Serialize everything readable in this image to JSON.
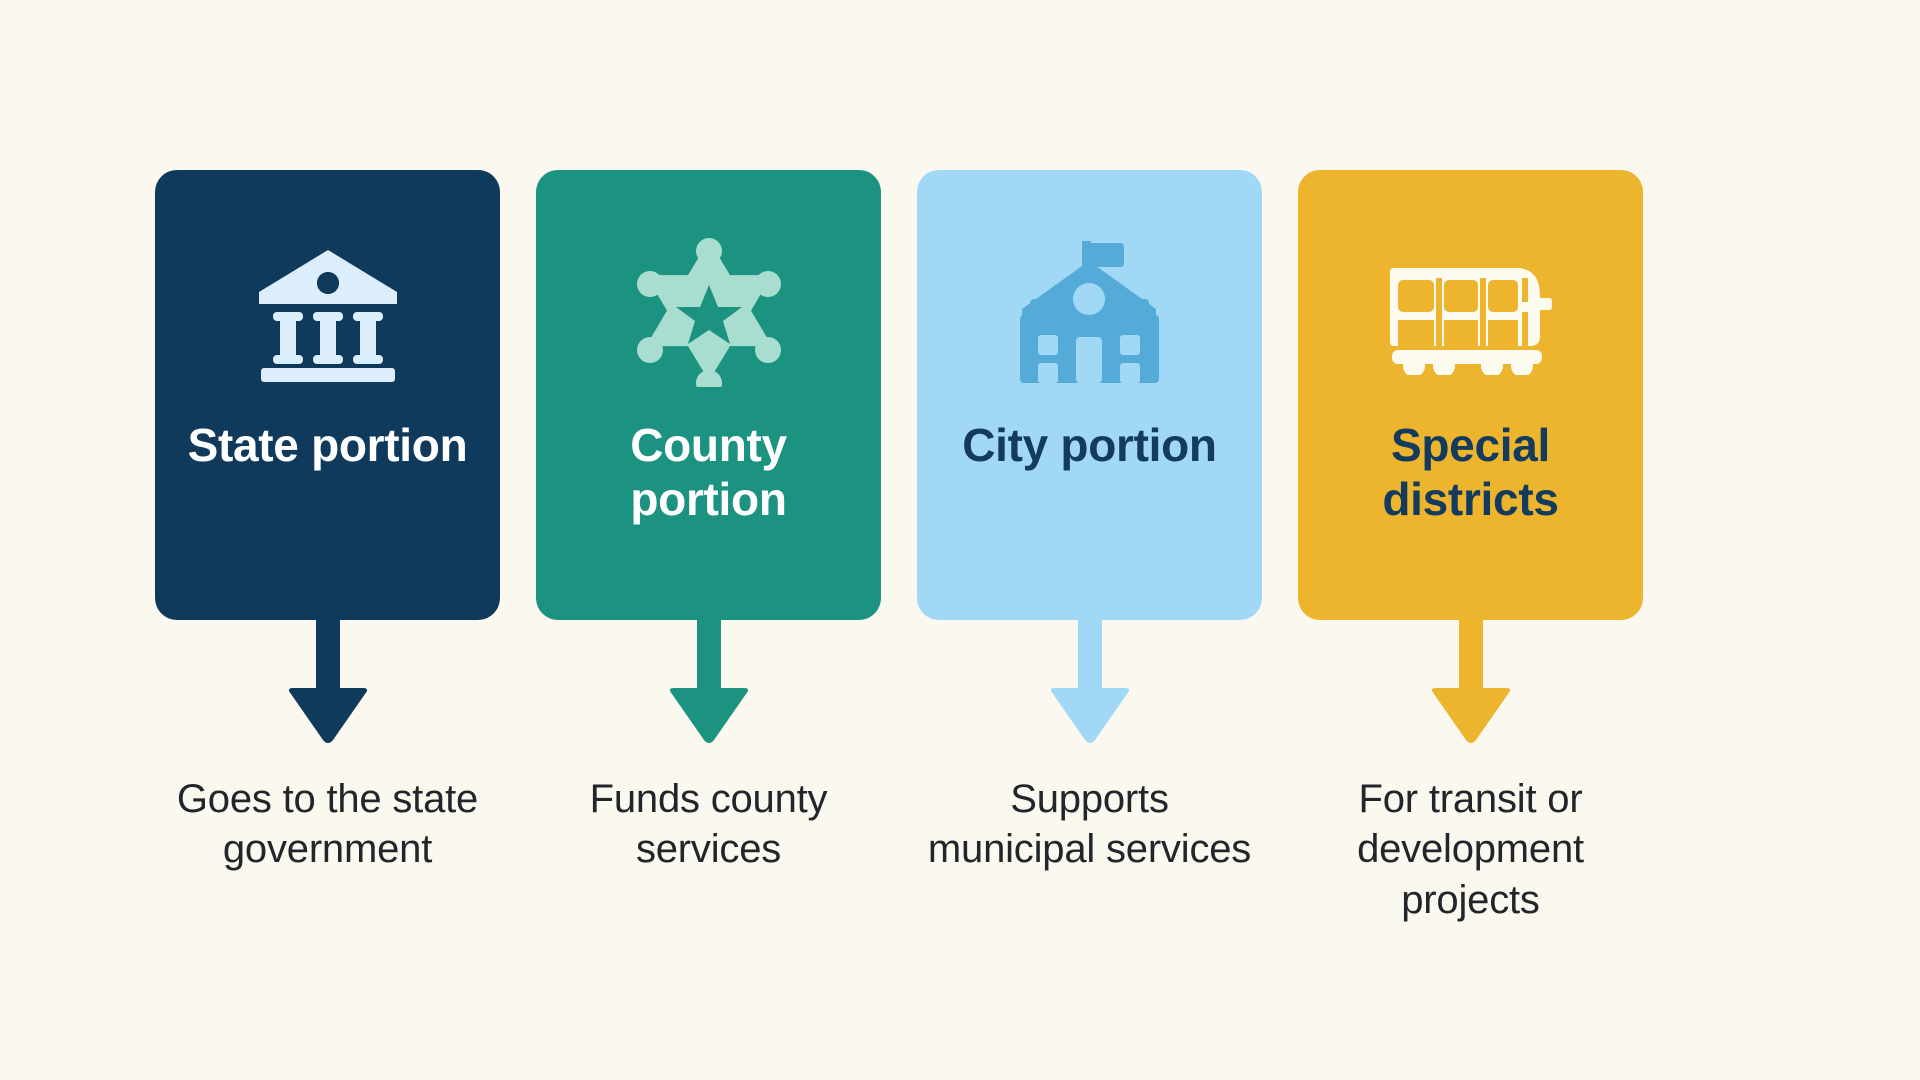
{
  "background_color": "#FBF8F0",
  "caption_text_color": "#22262B",
  "columns": [
    {
      "id": "state",
      "card_color": "#103A5C",
      "icon_color": "#DCEEFB",
      "title_color": "#FFFFFF",
      "arrow_color": "#103A5C",
      "icon_name": "bank-building-icon",
      "title": "State portion",
      "caption": "Goes to the state government"
    },
    {
      "id": "county",
      "card_color": "#1B9380",
      "icon_color": "#A8DDD0",
      "title_color": "#FFFFFF",
      "arrow_color": "#1B9380",
      "icon_name": "sheriff-star-badge-icon",
      "title": "County portion",
      "caption": "Funds county services"
    },
    {
      "id": "city",
      "card_color": "#A0D8F5",
      "icon_color": "#55ABD8",
      "title_color": "#123B5E",
      "arrow_color": "#A0D8F5",
      "icon_name": "schoolhouse-icon",
      "title": "City portion",
      "caption": "Supports municipal services"
    },
    {
      "id": "special-districts",
      "card_color": "#EDB42E",
      "icon_color": "#FDFAEF",
      "title_color": "#123B5E",
      "arrow_color": "#EDB42E",
      "icon_name": "tram-transit-icon",
      "title": "Special districts",
      "caption": "For transit or development projects"
    }
  ]
}
